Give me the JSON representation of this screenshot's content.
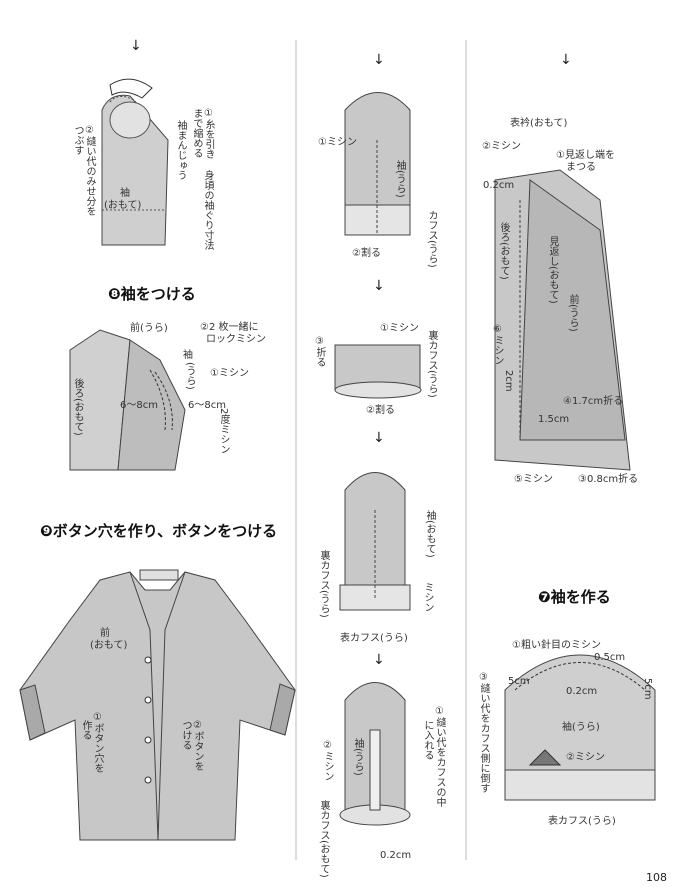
{
  "page_number": "108",
  "arrow": "↓",
  "headings": {
    "attach_sleeve": "❽袖をつける",
    "buttons": "❾ボタン穴を作り、ボタンをつける",
    "make_sleeve": "❼袖を作る"
  },
  "panel_a": {
    "thread": "①糸を引き",
    "shrink": "まで縮める",
    "armhole": "身頃の袖ぐり寸法",
    "sleeve_cap": "袖まんじゅう",
    "seam_press": "②縫い代のみせ分を",
    "seam_press2": "つぶす",
    "sleeve": "袖",
    "right_side": "(おもて)"
  },
  "panel_b": {
    "front_wrong": "前(うら)",
    "overlock": "②2 枚一緒に",
    "overlock2": "ロックミシン",
    "sleeve": "袖",
    "sleeve_wrong": "(うら)",
    "sew1": "①ミシン",
    "back": "後ろ(おもて)",
    "cm_a": "6～8cm",
    "cm_b": "6～8cm",
    "sew_twice": "2度ミシン"
  },
  "panel_c": {
    "front": "前",
    "front_side": "(おもて)",
    "btnhole": "①ボタン穴を",
    "btnhole2": "作る",
    "button": "②ボタンを",
    "button2": "つける"
  },
  "panel_d": {
    "sew": "①ミシン",
    "sleeve": "袖(うら)",
    "cuff": "カフス(うら)",
    "split": "②割る"
  },
  "panel_e": {
    "fold": "③折る",
    "sew": "①ミシン",
    "back_cuff": "裏カフス(うら)",
    "split": "②割る"
  },
  "panel_f": {
    "sleeve": "袖(おもて)",
    "back_cuff": "裏カフス(うら)",
    "sew": "ミシン",
    "outer_cuff": "表カフス(うら)"
  },
  "panel_g": {
    "insert": "①縫い代をカフスの中",
    "insert2": "に入れる",
    "sew": "②ミシン",
    "sleeve": "袖(うら)",
    "back_cuff": "裏カフス(おもて)",
    "cm": "0.2cm"
  },
  "panel_h": {
    "collar": "表衿(おもて)",
    "sew2": "②ミシン",
    "facing_end": "①見返し端を",
    "facing_end2": "まつる",
    "cm02": "0.2cm",
    "back": "後ろ(おもて)",
    "facing": "見返し(おもて)",
    "front": "前(うら)",
    "sew6": "⑥ミシン",
    "cm2": "2cm",
    "fold17": "④1.7cm折る",
    "cm15": "1.5cm",
    "sew5": "⑤ミシン",
    "fold08": "③0.8cm折る"
  },
  "panel_i": {
    "gather": "①粗い針目のミシン",
    "cm05": "0.5cm",
    "cm5a": "5cm",
    "cm02": "0.2cm",
    "cm5b": "5cm",
    "seam": "③縫い代をカフス側に倒す",
    "sleeve": "袖(うら)",
    "sew2": "②ミシン",
    "outer_cuff": "表カフス(うら)"
  }
}
